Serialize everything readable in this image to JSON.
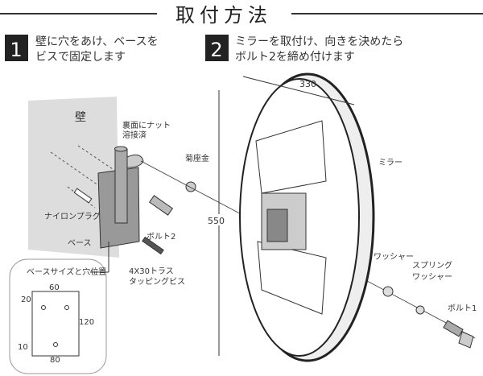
{
  "title": "取付方法",
  "steps": [
    {
      "number": "1",
      "line1": "壁に穴をあけ、ベースを",
      "line2": "ビスで固定します"
    },
    {
      "number": "2",
      "line1": "ミラーを取付け、向きを決めたら",
      "line2": "ボルト2を締め付けます"
    }
  ],
  "labels": {
    "wall": "壁",
    "nut_line1": "裏面にナット",
    "nut_line2": "溶接済",
    "kiku_washer": "菊座金",
    "nylon_plug": "ナイロンプラグ",
    "base": "ベース",
    "bolt2": "ボルト2",
    "screw_line1": "4X30トラス",
    "screw_line2": "タッピングビス",
    "mirror": "ミラー",
    "washer": "ワッシャー",
    "spring_line1": "スプリング",
    "spring_line2": "ワッシャー",
    "bolt1": "ボルト1",
    "base_size": "ベースサイズと穴位置"
  },
  "dimensions": {
    "mirror_width": "330",
    "mirror_height": "550",
    "base_hole_spacing": "60",
    "base_top_offset": "20",
    "base_height": "120",
    "base_bottom_offset": "10",
    "base_width": "80"
  }
}
